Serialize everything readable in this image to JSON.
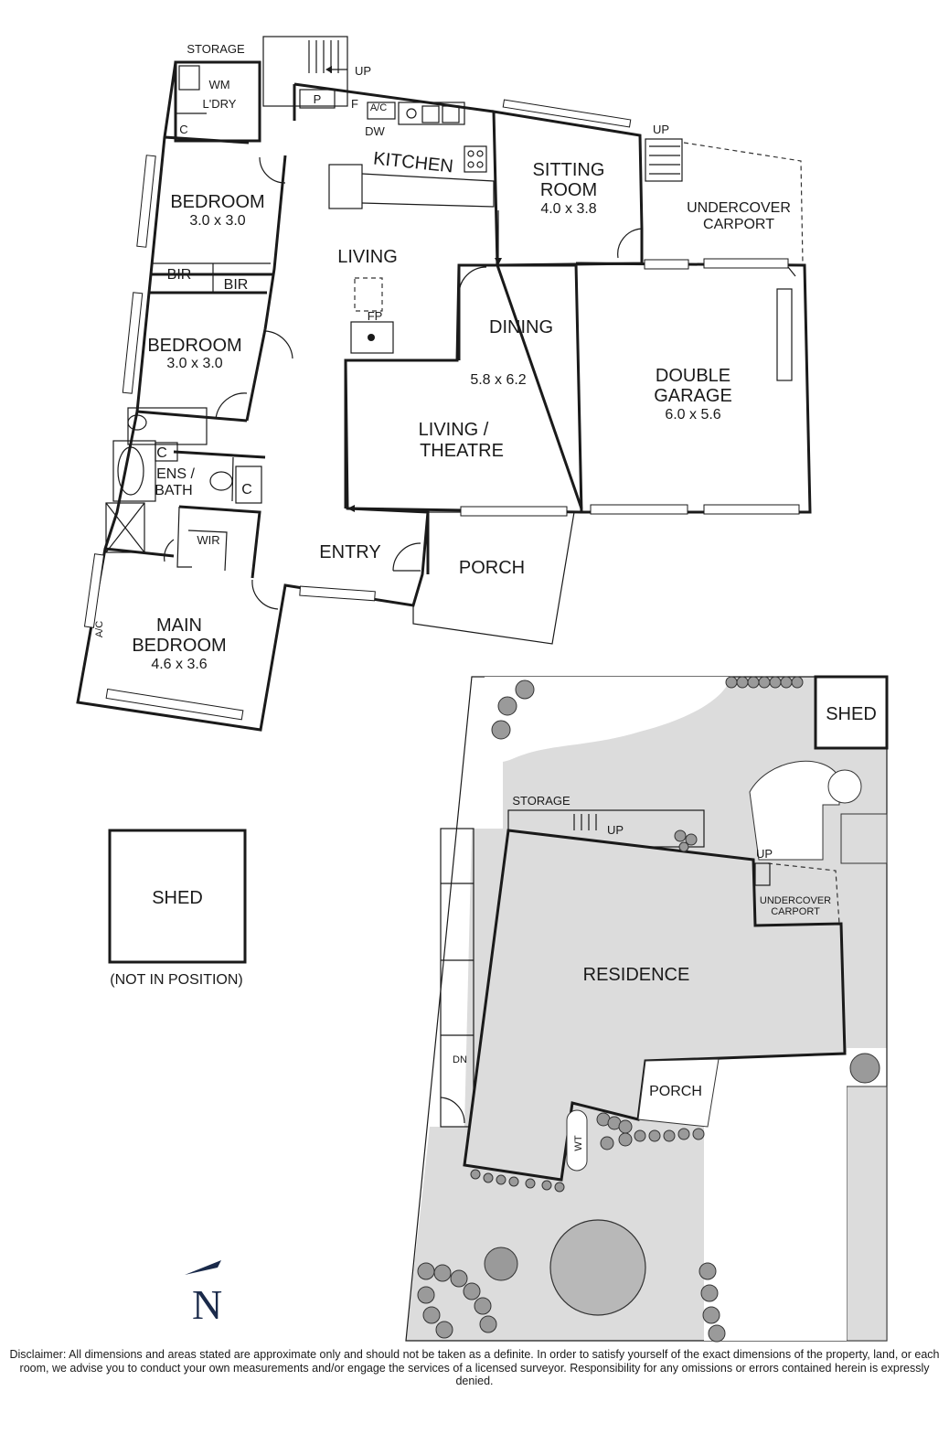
{
  "rooms": {
    "storage": "STORAGE",
    "wm": "WM",
    "laundry": "L'DRY",
    "cupboard_c1": "C",
    "up_top": "UP",
    "pantry": "P",
    "fridge": "F",
    "ac_kitchen": "A/C",
    "dw": "DW",
    "kitchen": "KITCHEN",
    "sitting_room": "SITTING",
    "sitting_room2": "ROOM",
    "sitting_dim": "4.0 x 3.8",
    "up_carport": "UP",
    "carport1": "UNDERCOVER",
    "carport2": "CARPORT",
    "bedroom1": "BEDROOM",
    "bedroom1_dim": "3.0 x 3.0",
    "bir1": "BIR",
    "bir2": "BIR",
    "living": "LIVING",
    "fp": "FP",
    "dining": "DINING",
    "living_dim": "5.8 x 6.2",
    "bedroom2": "BEDROOM",
    "bedroom2_dim": "3.0 x 3.0",
    "garage1": "DOUBLE",
    "garage2": "GARAGE",
    "garage_dim": "6.0 x 5.6",
    "theatre1": "LIVING /",
    "theatre2": "THEATRE",
    "cupboard_c2": "C",
    "ens1": "ENS /",
    "ens2": "BATH",
    "cupboard_c3": "C",
    "wir": "WIR",
    "entry": "ENTRY",
    "porch": "PORCH",
    "ac_main": "A/C",
    "main1": "MAIN",
    "main2": "BEDROOM",
    "main_dim": "4.6 x 3.6"
  },
  "shed": {
    "label": "SHED",
    "note": "(NOT IN POSITION)"
  },
  "site": {
    "shed": "SHED",
    "storage": "STORAGE",
    "up1": "UP",
    "up2": "UP",
    "carport1": "UNDERCOVER",
    "carport2": "CARPORT",
    "residence": "RESIDENCE",
    "dn": "DN",
    "porch": "PORCH",
    "wt": "WT"
  },
  "north": "N",
  "disclaimer": "Disclaimer: All dimensions and areas stated are approximate only and should not be taken as a definite. In order to satisfy yourself of the exact dimensions of the property, land, or each room, we advise you to conduct your own measurements and/or engage the services of a licensed surveyor. Responsibility for any omissions or errors contained herein is expressly denied."
}
